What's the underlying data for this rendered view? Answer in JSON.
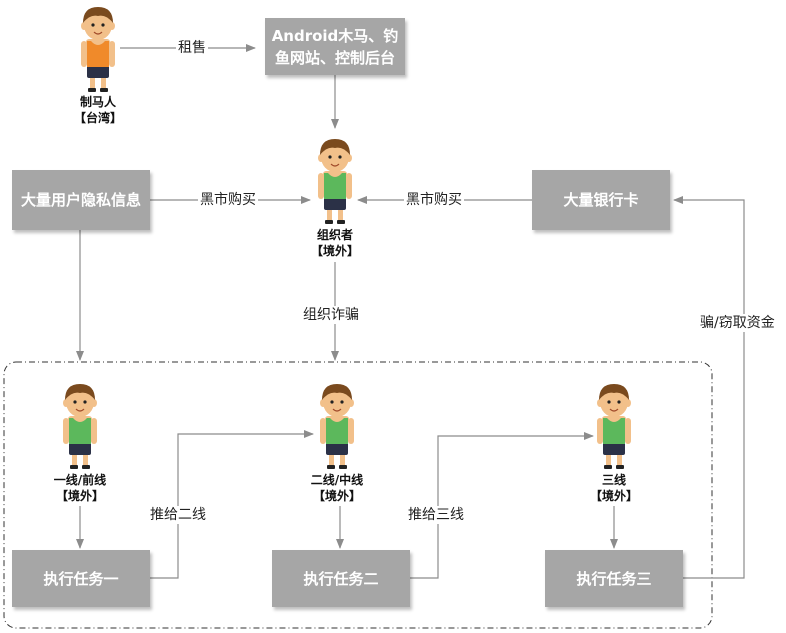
{
  "colors": {
    "box": "#a6a6a6",
    "line": "#8c8c8c",
    "skin": "#f2c08a",
    "hair": "#7a4a1e"
  },
  "nodes": {
    "horse_maker": {
      "name": "制马人",
      "sub": "【台湾】",
      "shirt": "#f08a2a",
      "shirt_style": "tank"
    },
    "tools": {
      "label": "Android木马、钓鱼网站、控制后台"
    },
    "organizer": {
      "name": "组织者",
      "sub": "【境外】",
      "shirt": "#5cb85c",
      "shirt_style": "tank"
    },
    "privacy": {
      "label": "大量用户隐私信息"
    },
    "bank": {
      "label": "大量银行卡"
    },
    "line1": {
      "name": "一线/前线",
      "sub": "【境外】",
      "shirt": "#5cb85c"
    },
    "line2": {
      "name": "二线/中线",
      "sub": "【境外】",
      "shirt": "#5cb85c"
    },
    "line3": {
      "name": "三线",
      "sub": "【境外】",
      "shirt": "#5cb85c"
    },
    "task1": {
      "label": "执行任务一"
    },
    "task2": {
      "label": "执行任务二"
    },
    "task3": {
      "label": "执行任务三"
    }
  },
  "edges": {
    "rent": "租售",
    "buy_left": "黑市购买",
    "buy_right": "黑市购买",
    "organize": "组织诈骗",
    "push2": "推给二线",
    "push3": "推给三线",
    "steal": "骗/窃取资金"
  }
}
